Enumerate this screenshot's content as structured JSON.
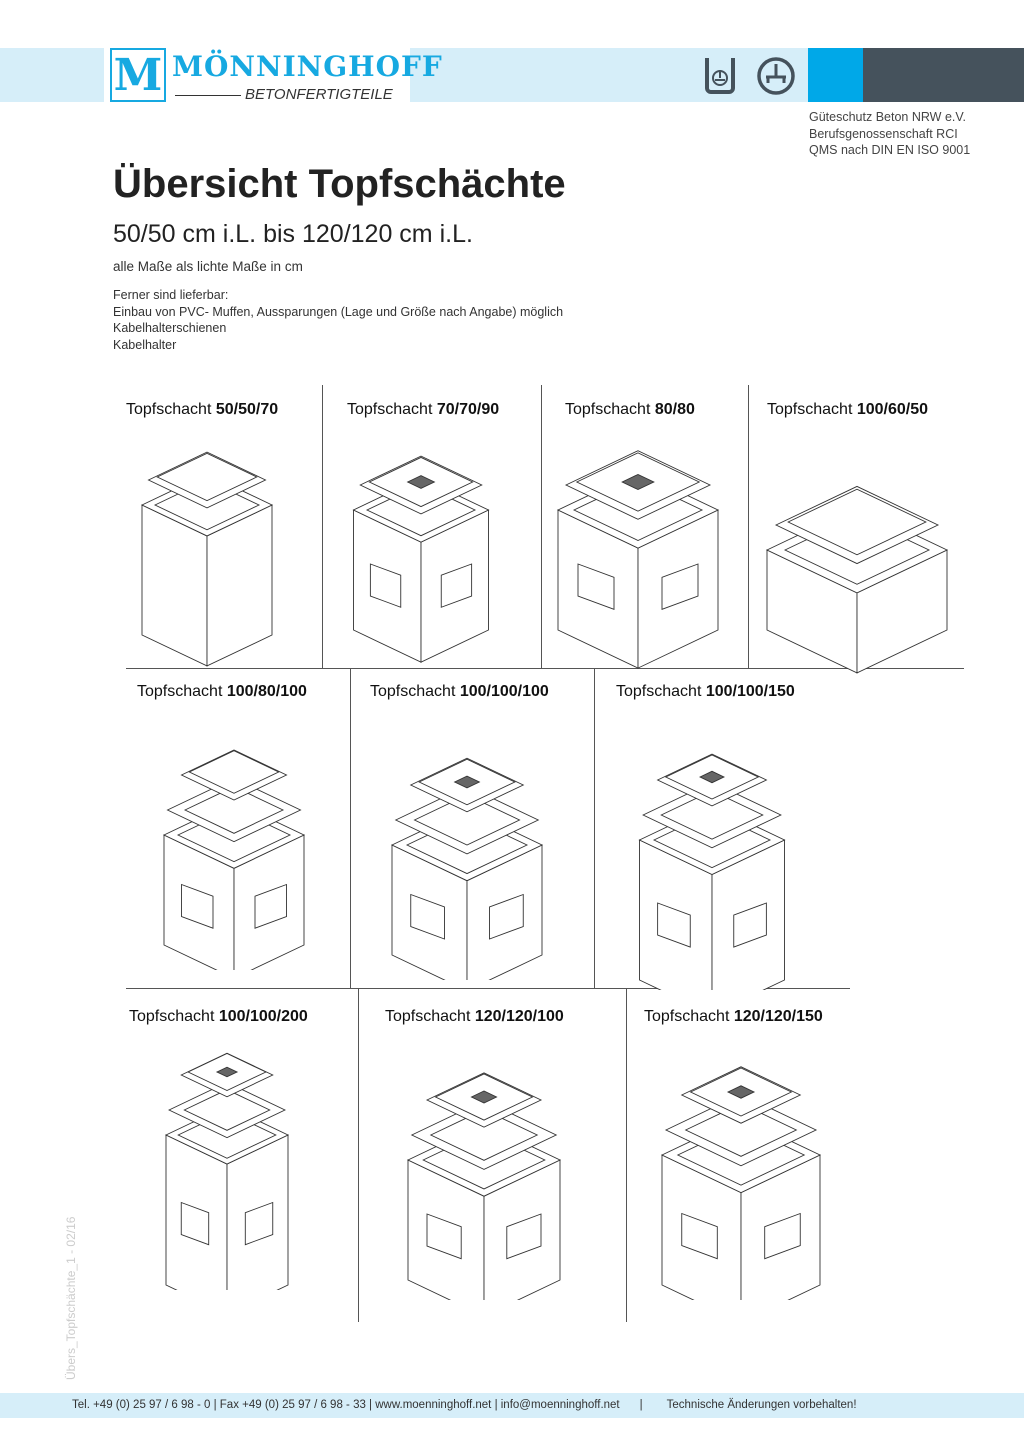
{
  "header": {
    "brand": "MÖNNINGHOFF",
    "logo_letter": "M",
    "tagline": "BETONFERTIGTEILE",
    "colors": {
      "light": "#d6eef9",
      "accent": "#00a8e8",
      "dark": "#45525c"
    },
    "icons": [
      "shaft-quality-icon",
      "load-class-icon"
    ]
  },
  "cert": [
    "Güteschutz Beton NRW e.V.",
    "Berufsgenossenschaft RCI",
    "QMS nach DIN EN ISO 9001"
  ],
  "title": "Übersicht Topfschächte",
  "subtitle": "50/50 cm i.L. bis 120/120 cm i.L.",
  "note": "alle Maße als lichte Maße in cm",
  "extras": [
    "Ferner sind lieferbar:",
    "Einbau von PVC- Muffen, Aussparungen (Lage und Größe nach Angabe) möglich",
    "Kabelhalterschienen",
    "Kabelhalter"
  ],
  "products": [
    {
      "prefix": "Topfschacht ",
      "size": "50/50/70"
    },
    {
      "prefix": "Topfschacht ",
      "size": "70/70/90"
    },
    {
      "prefix": "Topfschacht ",
      "size": "80/80"
    },
    {
      "prefix": "Topfschacht ",
      "size": "100/60/50"
    },
    {
      "prefix": "Topfschacht ",
      "size": "100/80/100"
    },
    {
      "prefix": "Topfschacht ",
      "size": "100/100/100"
    },
    {
      "prefix": "Topfschacht ",
      "size": "100/100/150"
    },
    {
      "prefix": "Topfschacht ",
      "size": "100/100/200"
    },
    {
      "prefix": "Topfschacht ",
      "size": "120/120/100"
    },
    {
      "prefix": "Topfschacht ",
      "size": "120/120/150"
    }
  ],
  "side_text": "Übers_Topfschächte_1 - 02/16",
  "footer": {
    "contact": "Tel. +49 (0) 25 97 / 6 98 - 0 | Fax +49 (0) 25 97 / 6 98 - 33 | www.moenninghoff.net | info@moenninghoff.net",
    "sep": "|",
    "disclaimer": "Technische Änderungen vorbehalten!"
  }
}
